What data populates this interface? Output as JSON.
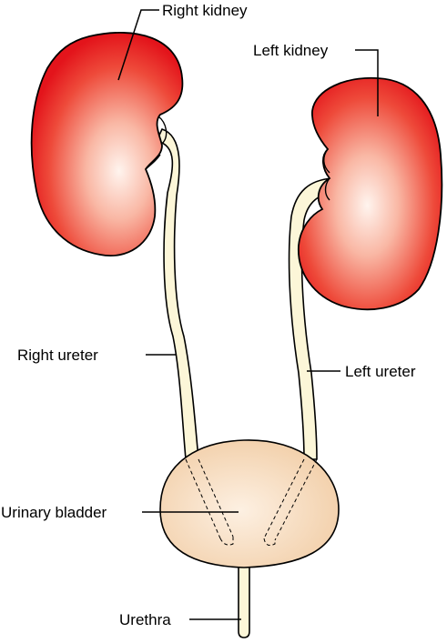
{
  "labels": {
    "right_kidney": "Right kidney",
    "left_kidney": "Left kidney",
    "right_ureter": "Right ureter",
    "left_ureter": "Left ureter",
    "urinary_bladder": "Urinary bladder",
    "urethra": "Urethra"
  },
  "colors": {
    "kidney_center": "#fff4ee",
    "kidney_edge": "#e8141b",
    "ureter_fill": "#fcf6d8",
    "bladder_center": "#fbe6d0",
    "bladder_edge": "#f3d2ad",
    "outline": "#000000"
  }
}
